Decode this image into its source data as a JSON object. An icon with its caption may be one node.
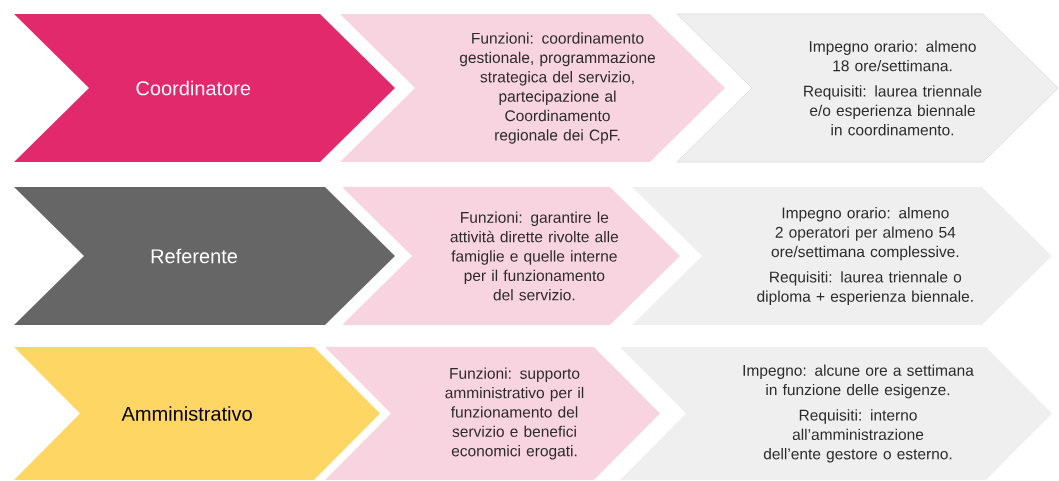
{
  "diagram": {
    "nodes": [
      {
        "text": [
          "Coordinatore"
        ]
      },
      {
        "text": [
          "Funzioni: coordinamento gestionale, programmazione strategica del servizio, partecipazione al Coordinamento regionale dei CpF."
        ]
      },
      {
        "text": [
          "Impegno orario:  almeno 18 ore/settimana.",
          "Requisiti: laurea triennale e/o esperienza biennale in coordinamento."
        ]
      },
      {
        "text": [
          "Referente"
        ]
      },
      {
        "text": [
          "Funzioni: garantire le attività dirette rivolte alle famiglie e quelle interne per il funzionamento del servizio."
        ]
      },
      {
        "text": [
          "Impegno orario: almeno 2 operatori per almeno 54 ore/settimana complessive.",
          "Requisiti: laurea triennale o diploma + esperienza biennale."
        ]
      },
      {
        "text": [
          "Amministrativo"
        ]
      },
      {
        "text": [
          "Funzioni: supporto amministrativo per il funzionamento del servizio e benefici economici erogati."
        ]
      },
      {
        "text": [
          "Impegno: alcune ore a settimana in funzione delle esigenze.",
          "Requisiti: interno all’amministrazione dell’ente gestore o esterno."
        ]
      }
    ]
  }
}
